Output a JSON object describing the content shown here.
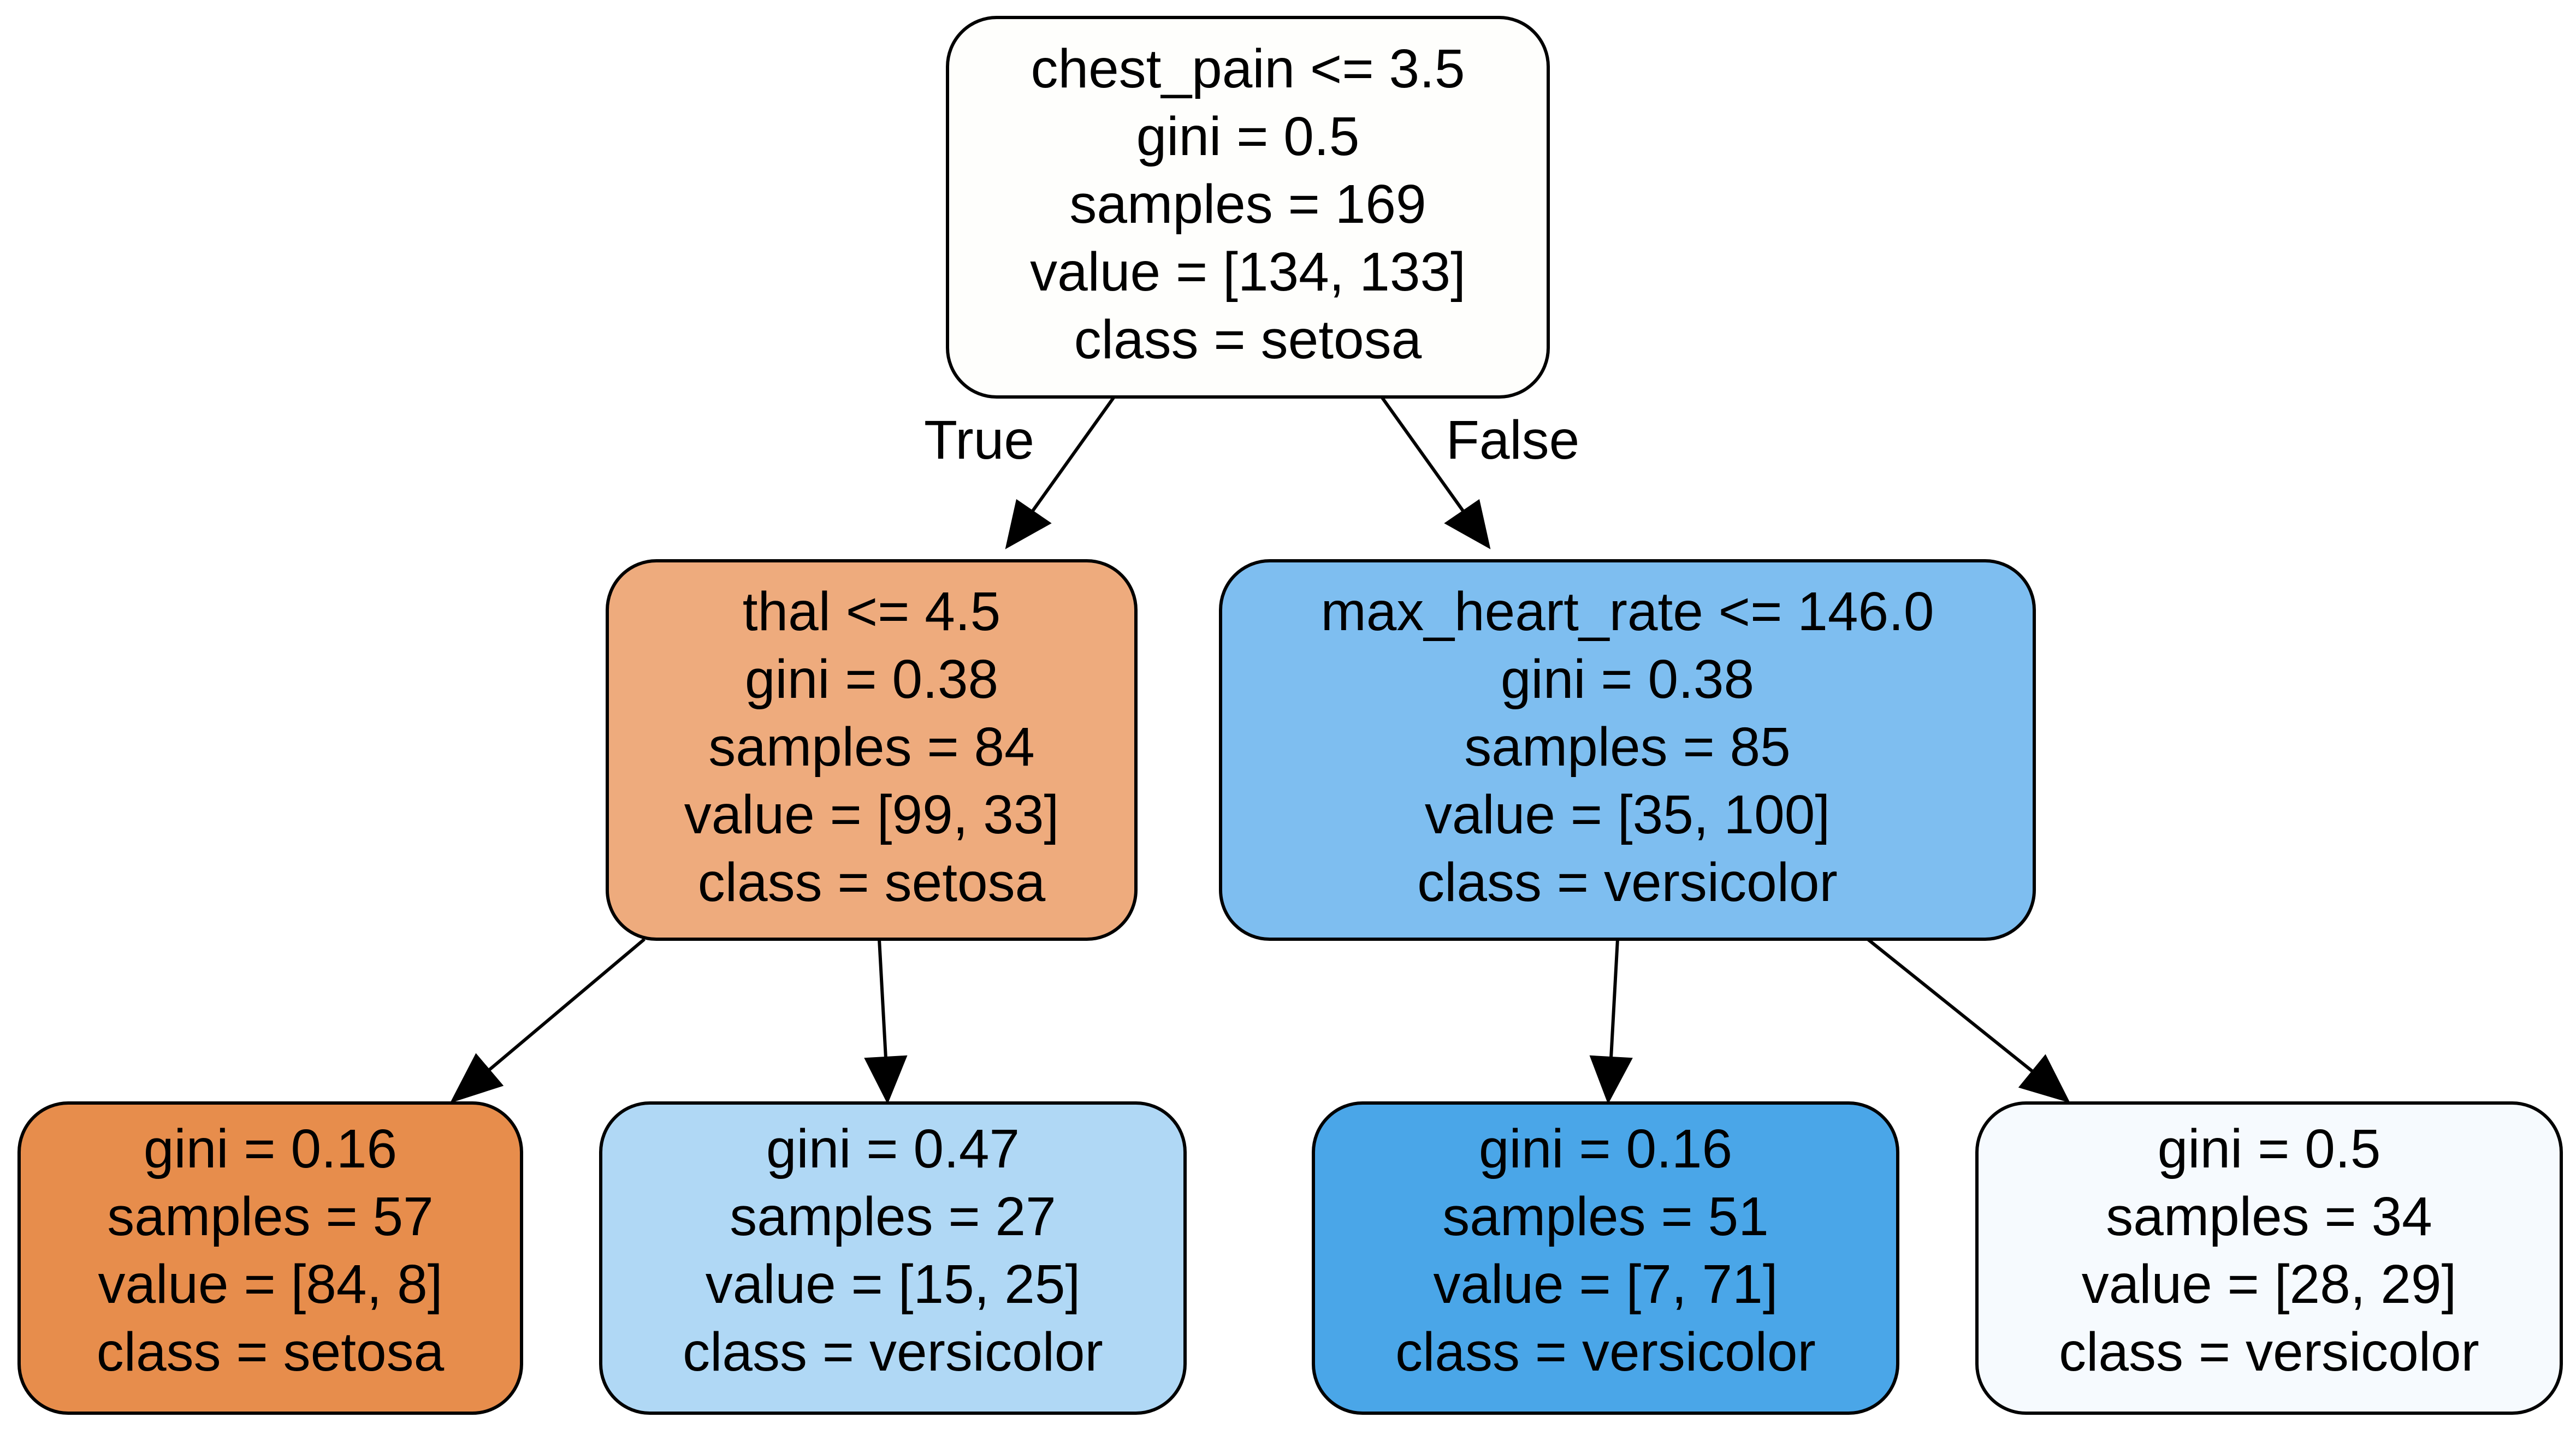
{
  "tree": {
    "nodes": {
      "root": {
        "lines": [
          "chest_pain <= 3.5",
          "gini = 0.5",
          "samples = 169",
          "value = [134, 133]",
          "class = setosa"
        ],
        "fill": "#fefefc"
      },
      "left": {
        "lines": [
          "thal <= 4.5",
          "gini = 0.38",
          "samples = 84",
          "value = [99, 33]",
          "class = setosa"
        ],
        "fill": "#eeab7d"
      },
      "right": {
        "lines": [
          "max_heart_rate <= 146.0",
          "gini = 0.38",
          "samples = 85",
          "value = [35, 100]",
          "class = versicolor"
        ],
        "fill": "#7ebef0"
      },
      "left_left": {
        "lines": [
          "gini = 0.16",
          "samples = 57",
          "value = [84, 8]",
          "class = setosa"
        ],
        "fill": "#e78d4c"
      },
      "left_right": {
        "lines": [
          "gini = 0.47",
          "samples = 27",
          "value = [15, 25]",
          "class = versicolor"
        ],
        "fill": "#b0d8f5"
      },
      "right_left": {
        "lines": [
          "gini = 0.16",
          "samples = 51",
          "value = [7, 71]",
          "class = versicolor"
        ],
        "fill": "#4aa6e8"
      },
      "right_right": {
        "lines": [
          "gini = 0.5",
          "samples = 34",
          "value = [28, 29]",
          "class = versicolor"
        ],
        "fill": "#f6fafe"
      }
    },
    "edge_labels": {
      "true_label": "True",
      "false_label": "False"
    }
  }
}
